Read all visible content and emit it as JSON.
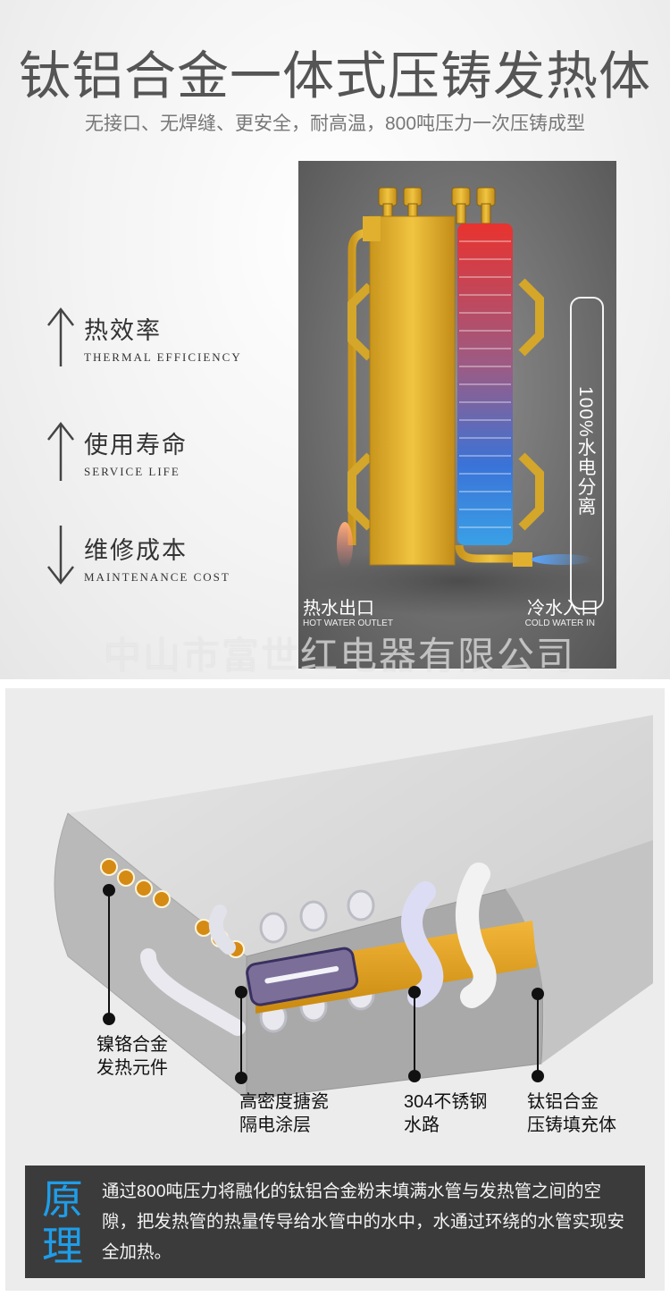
{
  "section1": {
    "title": "钛铝合金一体式压铸发热体",
    "subtitle": "无接口、无焊缝、更安全，耐高温，800吨压力一次压铸成型",
    "features": [
      {
        "direction": "up",
        "cn": "热效率",
        "en": "THERMAL EFFICIENCY"
      },
      {
        "direction": "up",
        "cn": "使用寿命",
        "en": "SERVICE LIFE"
      },
      {
        "direction": "down",
        "cn": "维修成本",
        "en": "MAINTENANCE COST"
      }
    ],
    "badge": "100%水电分离",
    "hot": {
      "cn": "热水出口",
      "en": "HOT WATER OUTLET"
    },
    "cold": {
      "cn": "冷水入口",
      "en": "COLD WATER IN"
    },
    "watermark": "中山市富世红电器有限公司"
  },
  "section2": {
    "callouts": [
      {
        "line1": "镍铬合金",
        "line2": "发热元件"
      },
      {
        "line1": "高密度搪瓷",
        "line2": "隔电涂层"
      },
      {
        "line1": "304不锈钢",
        "line2": "水路"
      },
      {
        "line1": "钛铝合金",
        "line2": "压铸填充体"
      }
    ],
    "principle": {
      "head": "原理",
      "text": "通过800吨压力将融化的钛铝合金粉末填满水管与发热管之间的空隙，把发热管的热量传导给水管中的水中，水通过环绕的水管实现安全加热。"
    }
  },
  "colors": {
    "gold": "#e6b52a",
    "principle_blue": "#1f9de8",
    "box_dark": "#3b3b3b"
  }
}
